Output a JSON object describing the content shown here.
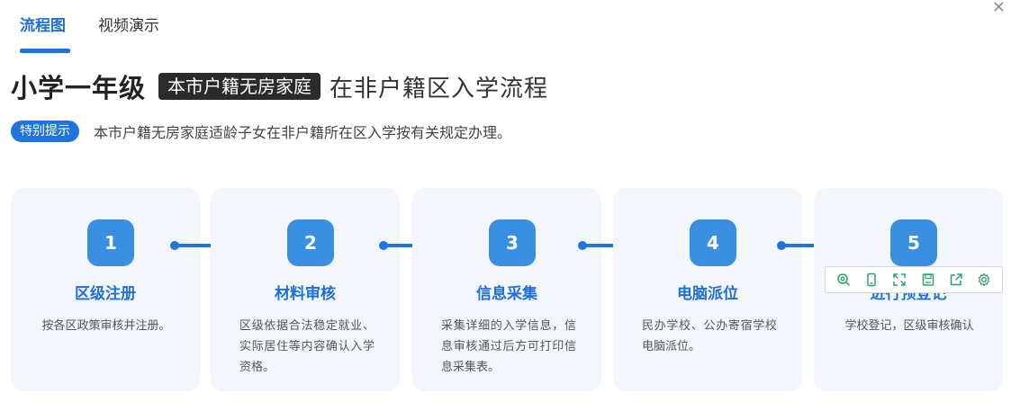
{
  "tabs": [
    {
      "label": "流程图",
      "active": true
    },
    {
      "label": "视频演示",
      "active": false
    }
  ],
  "title": {
    "main": "小学一年级",
    "pill": "本市户籍无房家庭",
    "rest": "在非户籍区入学流程"
  },
  "notice": {
    "badge": "特别提示",
    "text": "本市户籍无房家庭适龄子女在非户籍所在区入学按有关规定办理。"
  },
  "steps": [
    {
      "num": "1",
      "title": "区级注册",
      "desc": "按各区政策审核并注册。"
    },
    {
      "num": "2",
      "title": "材料审核",
      "desc": "区级依据合法稳定就业、实际居住等内容确认入学资格。"
    },
    {
      "num": "3",
      "title": "信息采集",
      "desc": "采集详细的入学信息，信息审核通过后方可打印信息采集表。"
    },
    {
      "num": "4",
      "title": "电脑派位",
      "desc": "民办学校、公办寄宿学校电脑派位。"
    },
    {
      "num": "5",
      "title": "进行预登记",
      "desc": "学校登记，区级审核确认"
    }
  ],
  "toolbar": {
    "icons": [
      "search-icon",
      "phone-icon",
      "expand-icon",
      "save-icon",
      "share-icon",
      "settings-icon"
    ]
  },
  "colors": {
    "accent": "#1f74df",
    "step_number_bg": "#3b8fe0",
    "card_bg": "#f3f7fb",
    "toolbar_icon": "#2da36a"
  }
}
